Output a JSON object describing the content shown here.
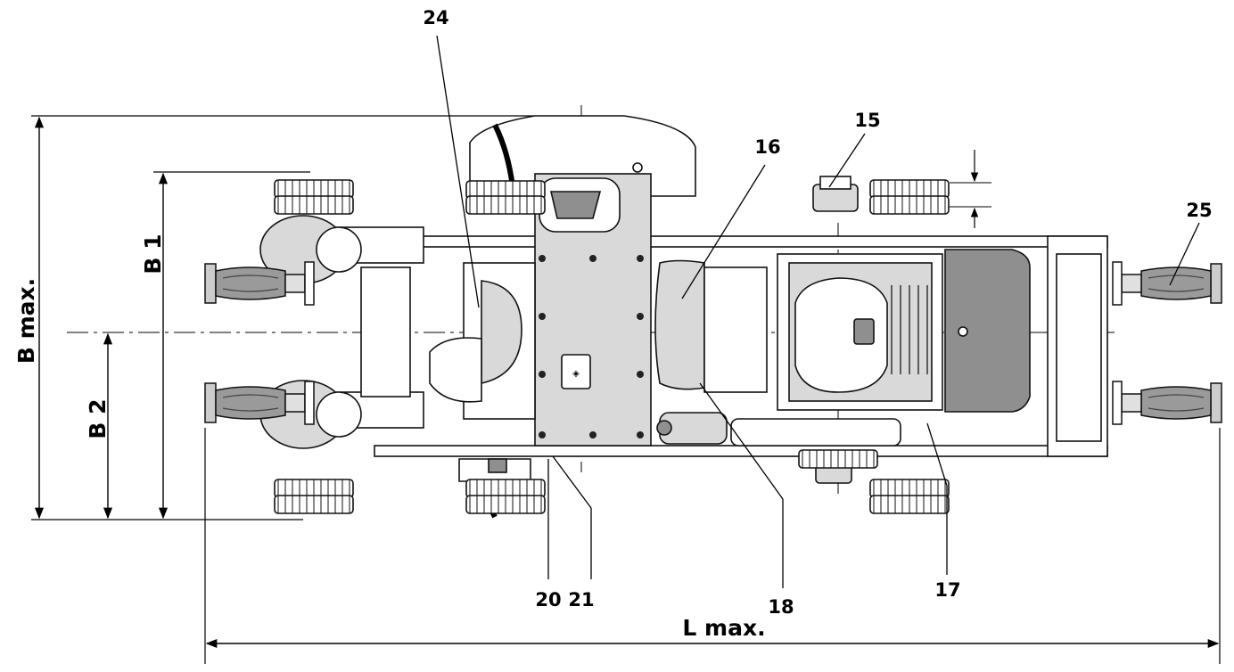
{
  "callouts": {
    "c15": "15",
    "c16": "16",
    "c17": "17",
    "c18": "18",
    "c20": "20",
    "c21": "21",
    "c24": "24",
    "c25": "25"
  },
  "dimensions": {
    "b_max": "B max.",
    "b1": "B 1",
    "b2": "B 2",
    "l_max": "L max."
  },
  "colors": {
    "line": "#000000",
    "fill_light": "#d9d9d9",
    "fill_dark": "#8f8f8f"
  }
}
